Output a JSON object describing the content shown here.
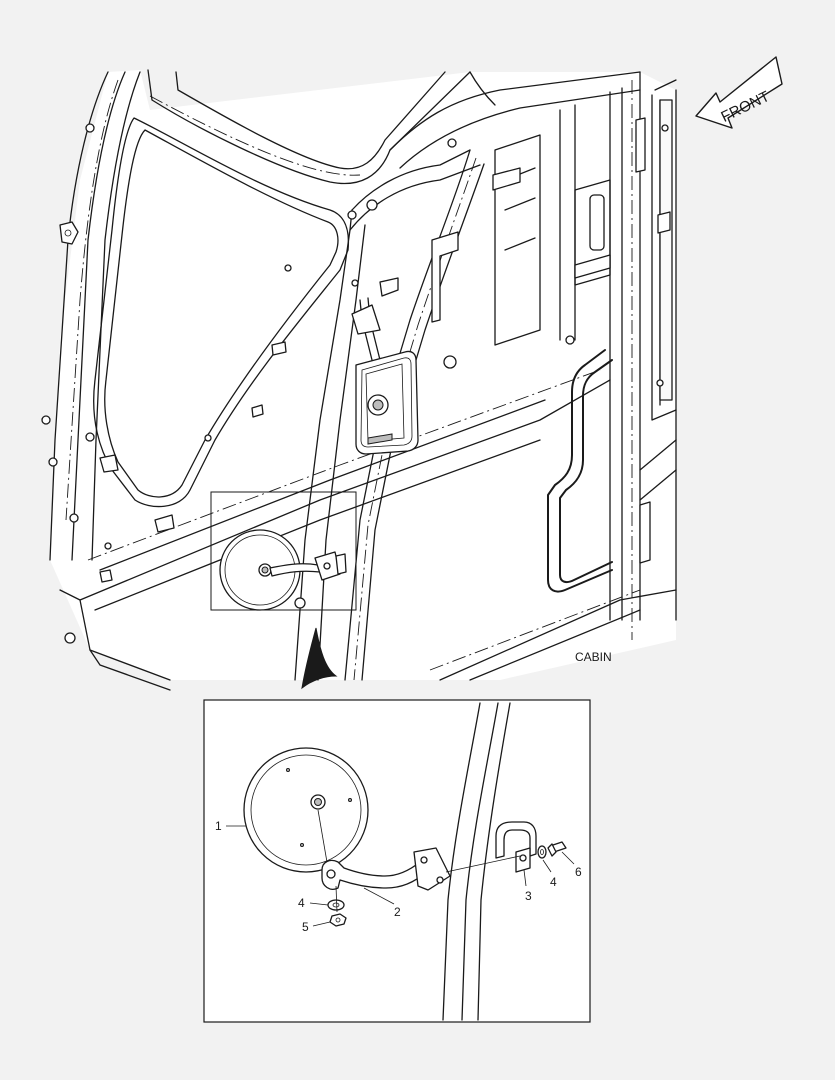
{
  "direction_label": "FRONT",
  "assembly_label": "CABIN",
  "callouts": [
    {
      "id": "callout-1",
      "text": "1"
    },
    {
      "id": "callout-2",
      "text": "2"
    },
    {
      "id": "callout-3",
      "text": "3"
    },
    {
      "id": "callout-4a",
      "text": "4"
    },
    {
      "id": "callout-4b",
      "text": "4"
    },
    {
      "id": "callout-5",
      "text": "5"
    },
    {
      "id": "callout-6",
      "text": "6"
    }
  ]
}
